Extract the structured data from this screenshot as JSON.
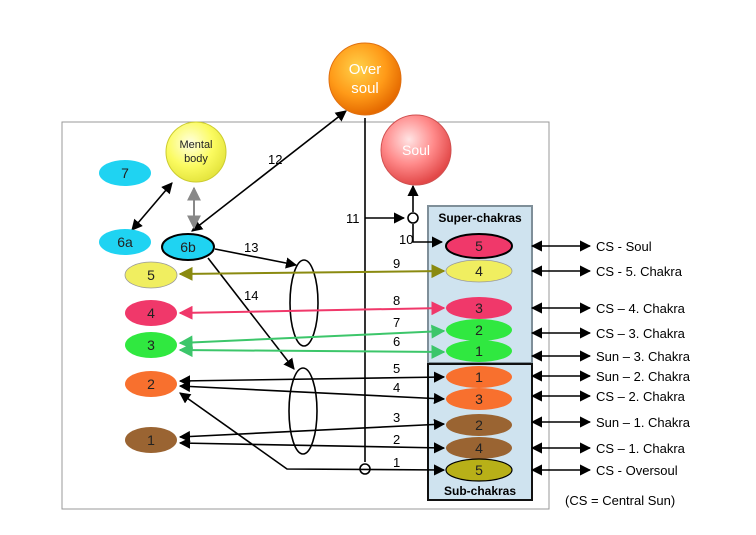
{
  "top_nodes": {
    "oversoul": "Over soul",
    "soul": "Soul",
    "mental_body": "Mental body"
  },
  "left_nodes": {
    "n7": "7",
    "n6a": "6a",
    "n6b": "6b",
    "n5": "5",
    "n4": "4",
    "n3": "3",
    "n2": "2",
    "n1": "1"
  },
  "super_chakras": {
    "title": "Super-chakras",
    "items": [
      "5",
      "4",
      "3",
      "2",
      "1"
    ]
  },
  "sub_chakras": {
    "title": "Sub-chakras",
    "items": [
      "1",
      "3",
      "2",
      "4",
      "5"
    ]
  },
  "right_labels": [
    "CS - Soul",
    "CS  - 5. Chakra",
    "CS – 4. Chakra",
    "CS – 3. Chakra",
    "Sun – 3. Chakra",
    "Sun – 2. Chakra",
    "CS – 2. Chakra",
    "Sun – 1. Chakra",
    "CS – 1. Chakra",
    "CS - Oversoul"
  ],
  "connection_numbers": {
    "c1": "1",
    "c2": "2",
    "c3": "3",
    "c4": "4",
    "c5": "5",
    "c6": "6",
    "c7": "7",
    "c8": "8",
    "c9": "9",
    "c10": "10",
    "c11": "11",
    "c12": "12",
    "c13": "13",
    "c14": "14"
  },
  "legend": "(CS = Central Sun)",
  "colors": {
    "cyan": "#1fd3f2",
    "yellow": "#f0ee60",
    "pink": "#f0386a",
    "green": "#30e840",
    "orange": "#f8702e",
    "brown": "#9a6432",
    "olive": "#b8b018",
    "box_fill": "#cfe3ef",
    "olive_arrow": "#8a8a10",
    "pink_arrow": "#f0386a",
    "green_arrow": "#3cc66a"
  }
}
